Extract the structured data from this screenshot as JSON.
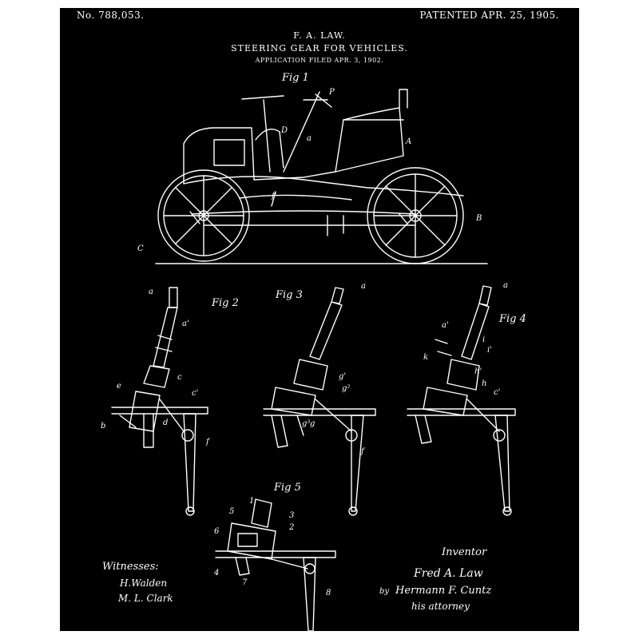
{
  "header": {
    "patent_number": "No. 788,053.",
    "patent_date": "PATENTED APR. 25, 1905.",
    "inventor_name": "F. A. LAW.",
    "title": "STEERING GEAR FOR VEHICLES.",
    "application": "APPLICATION FILED APR. 3, 1902."
  },
  "figures": {
    "fig1": "Fig 1",
    "fig2": "Fig 2",
    "fig3": "Fig 3",
    "fig4": "Fig 4",
    "fig5": "Fig 5"
  },
  "labels": {
    "p": "P",
    "D": "D",
    "a": "a",
    "A": "A",
    "f1": "f'",
    "B": "B",
    "C": "C",
    "f2_a": "a",
    "f2_a1": "a'",
    "f2_c": "c",
    "f2_c1": "c'",
    "f2_e": "e",
    "f2_b": "b",
    "f2_d": "d",
    "f2_f": "f",
    "f3_a": "a",
    "f3_g1": "g'",
    "f3_g2": "g²",
    "f3_g3": "g³",
    "f3_g": "g",
    "f3_f": "f",
    "f4_a": "a",
    "f4_a1": "a'",
    "f4_i": "i",
    "f4_i1": "i'",
    "f4_k": "k",
    "f4_h1": "h'",
    "f4_h": "h",
    "f4_c1": "c'",
    "f5_1": "1",
    "f5_2": "2",
    "f5_3": "3",
    "f5_4": "4",
    "f5_5": "5",
    "f5_6": "6",
    "f5_7": "7",
    "f5_8": "8"
  },
  "witnesses": {
    "heading": "Witnesses:",
    "name1": "H.Walden",
    "name2": "M. L. Clark"
  },
  "inventor": {
    "heading": "Inventor",
    "signature": "Fred A. Law",
    "by": "by",
    "attorney_signature": "Hermann F. Cuntz",
    "attorney_label": "his attorney"
  },
  "colors": {
    "background": "#000000",
    "ink": "#ffffff",
    "frame": "#ffffff"
  }
}
